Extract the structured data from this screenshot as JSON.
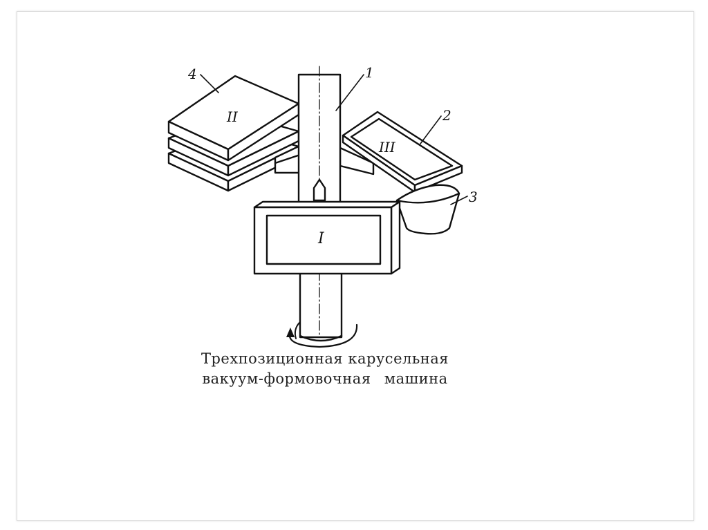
{
  "diagram": {
    "callouts": [
      "1",
      "2",
      "3",
      "4"
    ],
    "stations": [
      "I",
      "II",
      "III"
    ]
  },
  "caption": {
    "line1": "Трехпозиционная карусельная",
    "line2": "вакуум-формовочная машина"
  }
}
